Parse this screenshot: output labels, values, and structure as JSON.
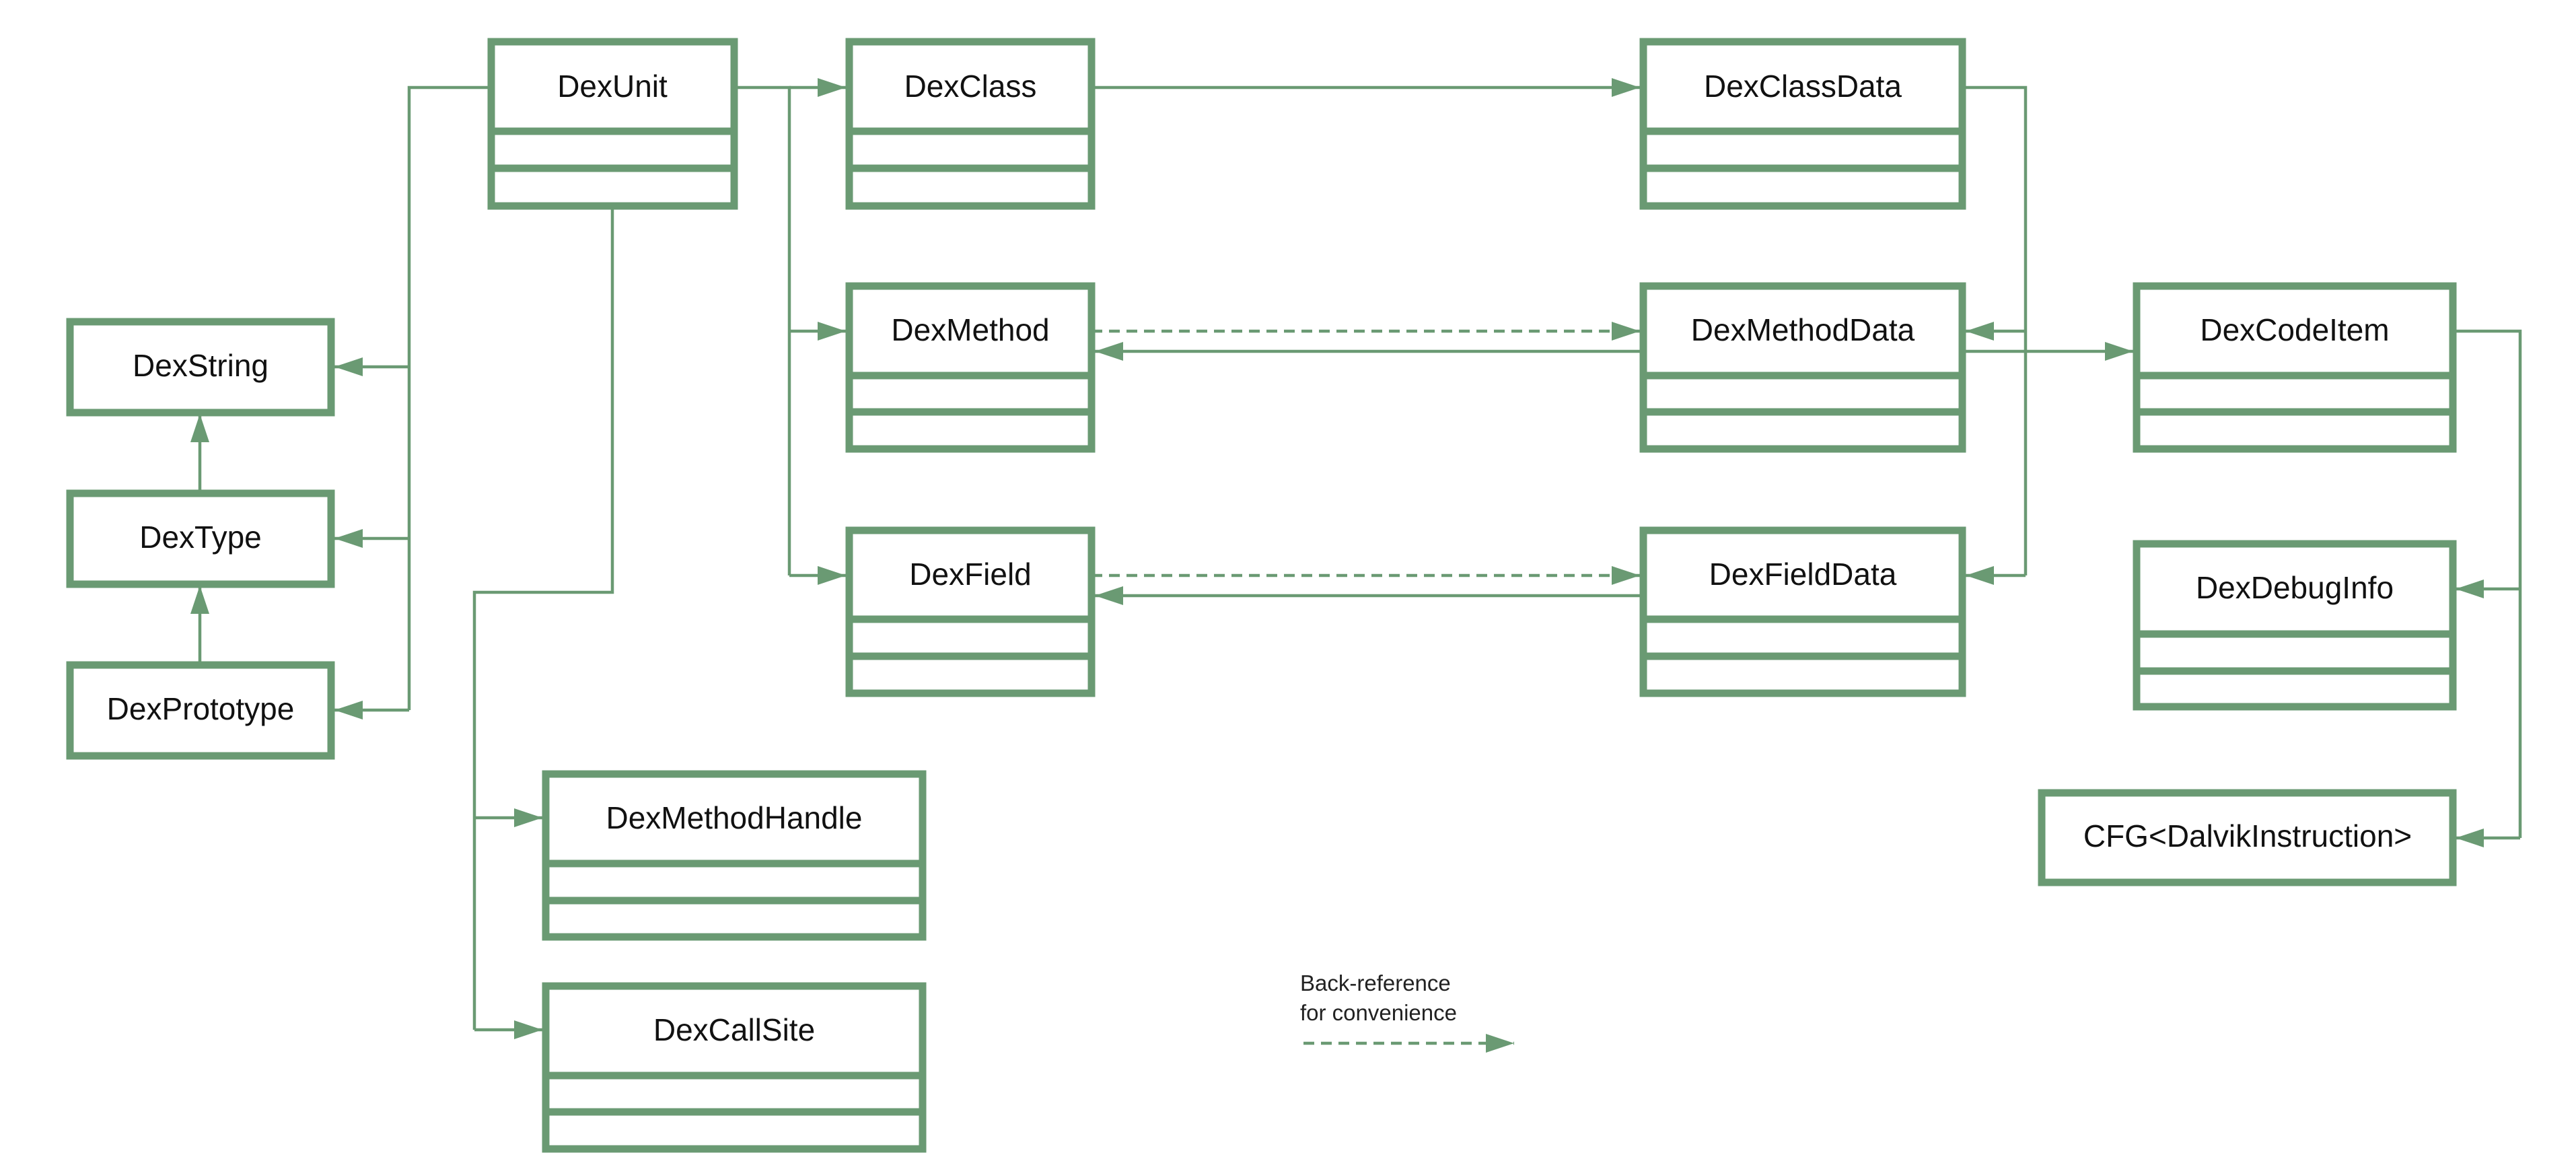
{
  "colors": {
    "stroke": "#6a9a73",
    "text": "#111111",
    "background": "#ffffff"
  },
  "classes": {
    "dex_unit": "DexUnit",
    "dex_class": "DexClass",
    "dex_class_data": "DexClassData",
    "dex_string": "DexString",
    "dex_type": "DexType",
    "dex_prototype": "DexPrototype",
    "dex_method": "DexMethod",
    "dex_method_data": "DexMethodData",
    "dex_code_item": "DexCodeItem",
    "dex_field": "DexField",
    "dex_field_data": "DexFieldData",
    "dex_debug_info": "DexDebugInfo",
    "cfg": "CFG<DalvikInstruction>",
    "dex_method_handle": "DexMethodHandle",
    "dex_call_site": "DexCallSite"
  },
  "legend": {
    "line1": "Back-reference",
    "line2": "for convenience",
    "line_style": "dashed",
    "icon": "dashed-arrow"
  }
}
